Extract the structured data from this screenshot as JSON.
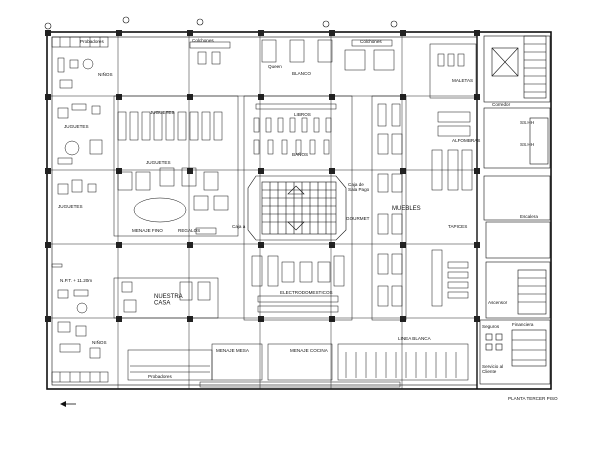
{
  "plan_title": "PLANTA TERCER PISO",
  "areas": {
    "probadores_top": "Probadores",
    "probadores_bottom": "Probadores",
    "ninos_top": "NIÑOS",
    "ninos_bottom": "NIÑOS",
    "juguetes_a": "JUGUETES",
    "juguetes_b": "JUGUETES",
    "juguetes_c": "JUGUETES",
    "juguetes_d": "JUGUETES",
    "menaje_fino": "MENAJE FINO",
    "regalos": "REGALOS",
    "nuestra_casa": "NUESTRA\nCASA",
    "colchones_a": "Colchones",
    "colchones_b": "Colchones",
    "queen": "Queen",
    "blanco": "BLANCO",
    "libros": "LIBROS",
    "banos": "BAÑOS",
    "electrodomesticos": "ELECTRODOMESTICOS",
    "caja_sala_de_pago": "Caja de\nSala Pago",
    "caja_a": "Caja a",
    "tiendas_gourmet": "GOURMET",
    "muebles": "MUEBLES",
    "tapices": "TAPICES",
    "maletas": "MALETAS",
    "alfombras": "ALFOMBRAS",
    "linea_blanca": "LINEA BLANCA",
    "menaje_mesa": "MENAJE MESA",
    "menaje_cocina": "MENAJE COCINA",
    "corredor": "Corredor",
    "escalera": "Escalera",
    "ascensor": "Ascensor",
    "ss_hh_a": "SS.HH",
    "ss_hh_b": "SS.HH",
    "seguros": "Seguros",
    "financiera": "Financiera",
    "servicio_al_cliente": "Servicio al\nCliente",
    "sala_reserva": "N.P.T. + 11.20m"
  }
}
